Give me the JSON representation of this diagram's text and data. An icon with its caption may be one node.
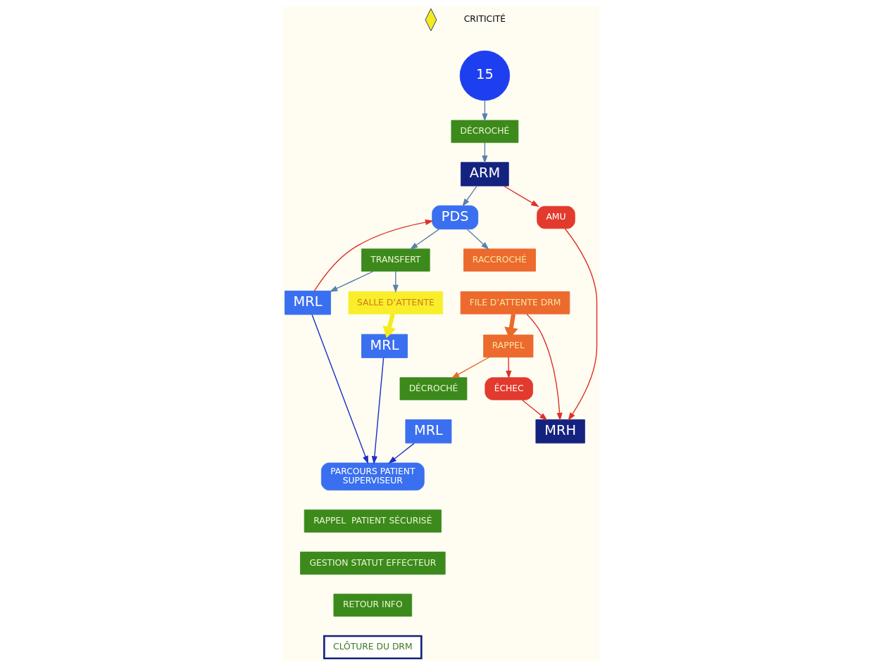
{
  "diagram": {
    "nodes": [
      {
        "text": [
          "15"
        ]
      },
      {
        "text": [
          "DÉCROCHÉ"
        ]
      },
      {
        "text": [
          "ARM"
        ]
      },
      {
        "text": [
          "AMU"
        ]
      },
      {
        "text": [
          "MRH"
        ]
      },
      {
        "text": [
          "PDS"
        ]
      },
      {
        "text": [
          "TRANSFERT"
        ]
      },
      {
        "text": [
          "RACCROCHÉ"
        ]
      },
      {
        "text": [
          "MRL"
        ]
      },
      {
        "text": [
          "SALLE D’ATTENTE"
        ]
      },
      {
        "text": [
          "FILE D’ATTENTE DRM"
        ]
      },
      {
        "text": [
          "PARCOURS PATIENT",
          "SUPERVISEUR"
        ]
      },
      {
        "text": [
          "MRL"
        ]
      },
      {
        "text": [
          "RAPPEL"
        ]
      },
      {
        "text": [
          "ÉCHEC"
        ]
      },
      {
        "text": [
          "RAPPEL  PATIENT SÉCURISÉ"
        ]
      },
      {
        "text": [
          "GESTION STATUT EFFECTEUR"
        ]
      },
      {
        "text": [
          "DÉCROCHÉ"
        ]
      },
      {
        "text": [
          "RETOUR INFO"
        ]
      },
      {
        "text": [
          "MRL"
        ]
      },
      {
        "text": [
          "CLÔTURE DU DRM"
        ]
      }
    ],
    "edges": [
      {
        "from": 0,
        "to": 1,
        "arrow": "to"
      },
      {
        "from": 1,
        "to": 2,
        "arrow": "to"
      },
      {
        "from": 2,
        "to": 5,
        "arrow": "to"
      },
      {
        "from": 2,
        "to": 3,
        "arrow": "to",
        "color": "#e0302a"
      },
      {
        "from": 3,
        "to": 4,
        "arrow": "to",
        "color": "#e0302a"
      },
      {
        "from": 8,
        "to": 5,
        "arrow": "to",
        "color": "#e0302a"
      },
      {
        "from": 5,
        "to": 6,
        "arrow": "to"
      },
      {
        "from": 5,
        "to": 7,
        "arrow": "to"
      },
      {
        "from": 6,
        "to": 8,
        "arrow": "to"
      },
      {
        "from": 6,
        "to": 9,
        "arrow": "to"
      },
      {
        "from": 9,
        "to": 12,
        "arrow": "to",
        "style": "thick",
        "color": "#f5ea1e"
      },
      {
        "from": 10,
        "to": 13,
        "arrow": "to",
        "style": "thick",
        "color": "#ea6a2c"
      },
      {
        "from": 8,
        "to": 11,
        "arrow": "to",
        "color": "#1a2fc8"
      },
      {
        "from": 12,
        "to": 11,
        "arrow": "to",
        "color": "#1a2fc8"
      },
      {
        "from": 19,
        "to": 11,
        "arrow": "to",
        "color": "#1a2fc8"
      },
      {
        "from": 10,
        "to": 4,
        "arrow": "to",
        "color": "#e0302a"
      },
      {
        "from": 13,
        "to": 14,
        "arrow": "to",
        "color": "#e0302a"
      },
      {
        "from": 14,
        "to": 4,
        "arrow": "to",
        "color": "#e0302a"
      },
      {
        "from": 13,
        "to": 17,
        "arrow": "to",
        "color": "#ea6a2c"
      }
    ],
    "legend": [
      {
        "text": "CRITICITÉ"
      }
    ]
  }
}
